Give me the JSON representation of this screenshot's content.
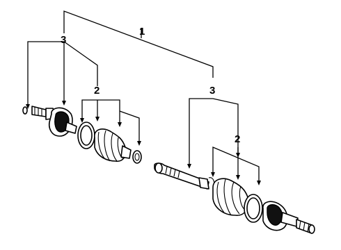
{
  "diagram": {
    "callouts": {
      "assembly": "1",
      "left_joint_kit": "3",
      "left_boot_kit": "2",
      "right_joint_kit": "3",
      "right_boot_kit": "2"
    }
  }
}
